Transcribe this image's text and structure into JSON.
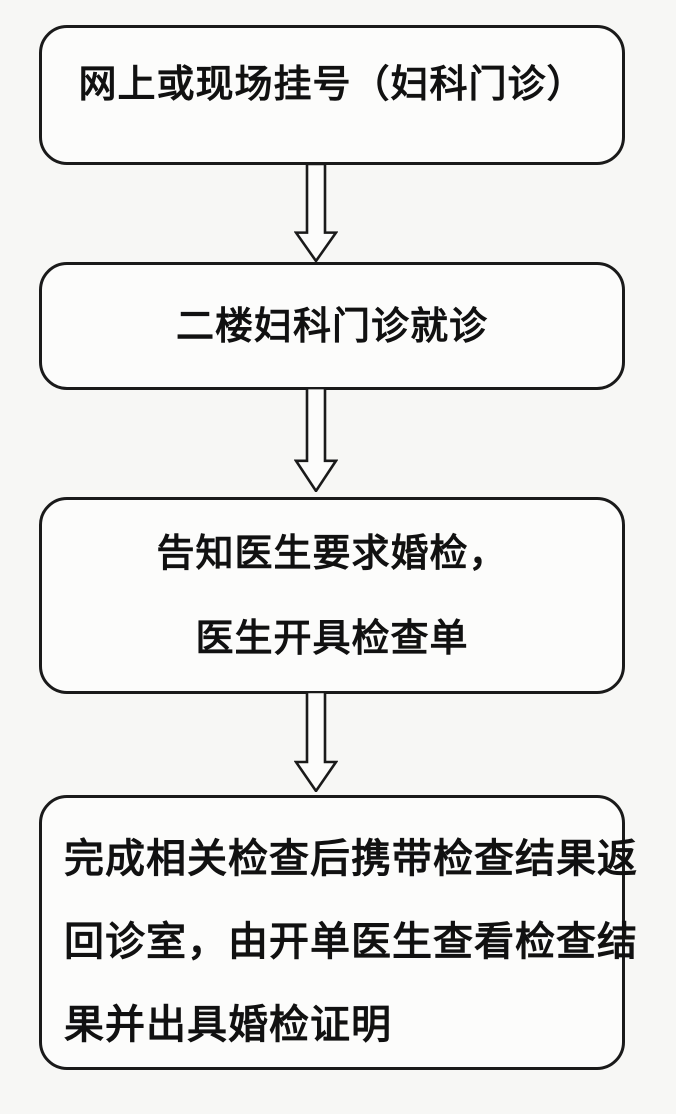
{
  "colors": {
    "page_background": "#f7f7f5",
    "node_fill": "#fcfcfb",
    "node_border": "#1a1a1a",
    "text": "#111111"
  },
  "icons": {
    "down_arrow": "hollow-block-down-arrow"
  },
  "flowchart": {
    "nodes": [
      {
        "id": "register",
        "lines": [
          "网上或现场挂号（妇科门诊）"
        ]
      },
      {
        "id": "clinic-visit",
        "lines": [
          "二楼妇科门诊就诊"
        ]
      },
      {
        "id": "request-checkup",
        "lines": [
          "告知医生要求婚检，",
          "医生开具检查单"
        ]
      },
      {
        "id": "return-results",
        "lines": [
          "完成相关检查后携带检查结果返",
          "回诊室，由开单医生查看检查结",
          "果并出具婚检证明"
        ]
      }
    ],
    "connectors": [
      {
        "from": "register",
        "to": "clinic-visit",
        "icon": "down-arrow-icon"
      },
      {
        "from": "clinic-visit",
        "to": "request-checkup",
        "icon": "down-arrow-icon"
      },
      {
        "from": "request-checkup",
        "to": "return-results",
        "icon": "down-arrow-icon"
      }
    ]
  }
}
